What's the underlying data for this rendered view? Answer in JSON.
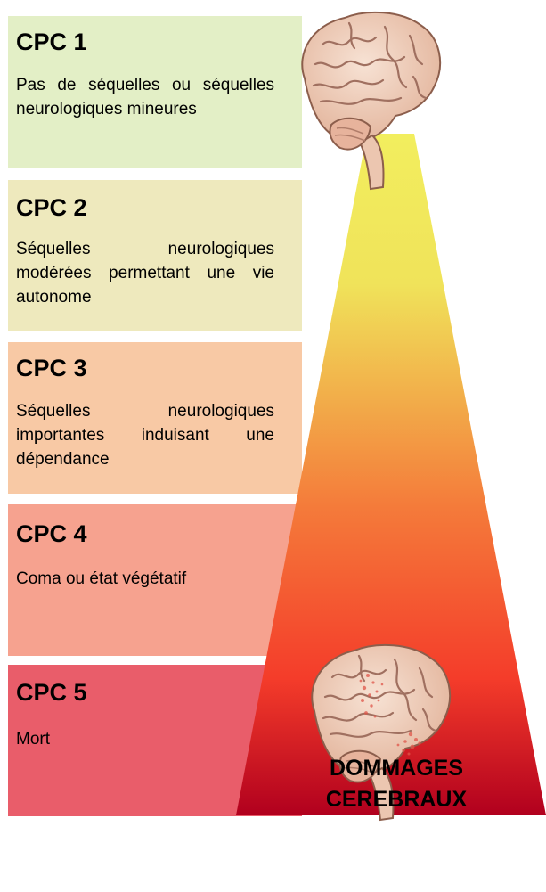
{
  "levels": [
    {
      "title": "CPC 1",
      "description": "Pas de séquelles ou séquelles neurologiques mineures",
      "color": "#e3efc6"
    },
    {
      "title": "CPC 2",
      "description": "Séquelles neurologiques modérées permettant une vie autonome",
      "color": "#eee9bd"
    },
    {
      "title": "CPC 3",
      "description": "Séquelles neurologiques importantes induisant une dépendance",
      "color": "#f8c9a5"
    },
    {
      "title": "CPC 4",
      "description": "Coma ou état végétatif",
      "color": "#f6a28f"
    },
    {
      "title": "CPC 5",
      "description": "Mort",
      "color": "#e95d6a"
    }
  ],
  "gradient": {
    "top_color": "#f2ee5e",
    "mid_color": "#f43c2a",
    "bottom_color": "#b1001e"
  },
  "axis_label": {
    "line1": "DOMMAGES",
    "line2": "CEREBRAUX"
  },
  "icons": [
    "healthy-brain-icon",
    "damaged-brain-icon"
  ]
}
